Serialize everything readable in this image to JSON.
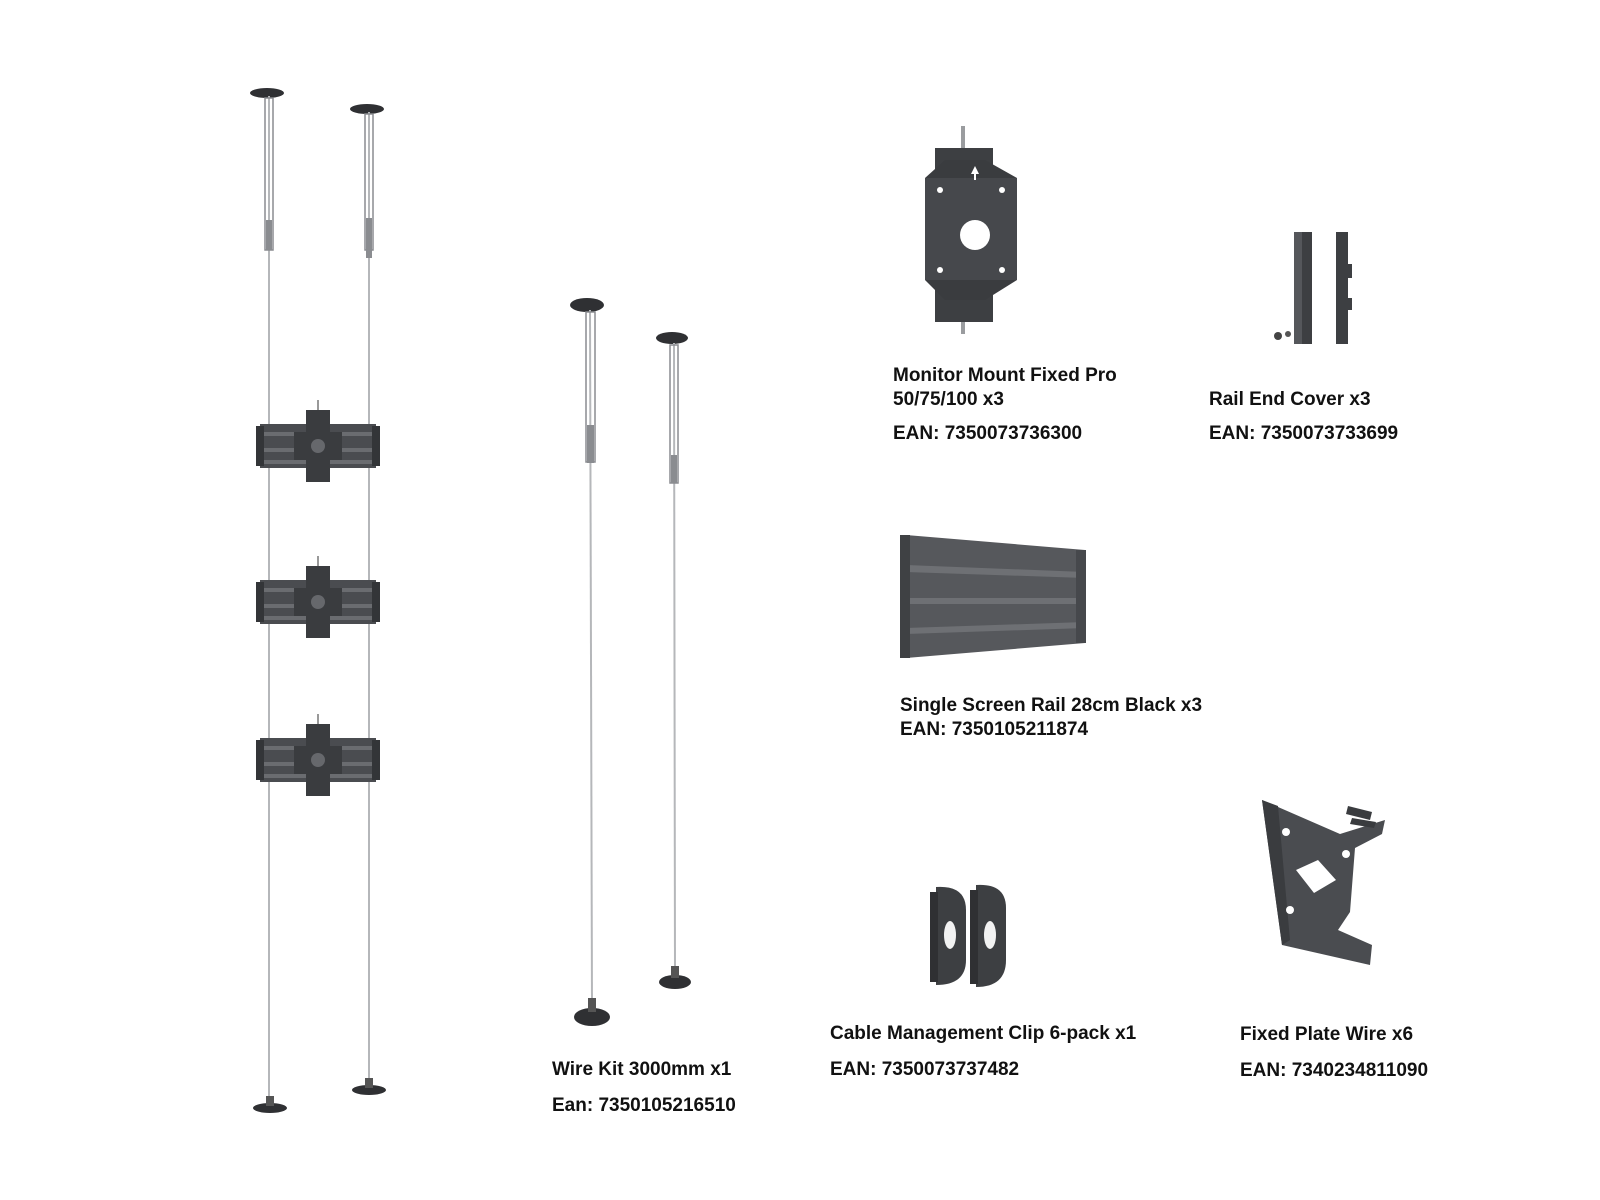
{
  "products": {
    "wire_kit": {
      "name": "Wire Kit 3000mm x1",
      "ean": "Ean: 7350105216510",
      "icon": "wire-kit-icon"
    },
    "monitor_mount": {
      "name_line1": "Monitor Mount Fixed Pro",
      "name_line2": "50/75/100 x3",
      "ean": "EAN: 7350073736300",
      "icon": "monitor-mount-icon"
    },
    "rail_end_cover": {
      "name": "Rail End Cover x3",
      "ean": "EAN: 7350073733699",
      "icon": "rail-end-cover-icon"
    },
    "screen_rail": {
      "name": "Single Screen Rail 28cm Black x3",
      "ean": "EAN: 7350105211874",
      "icon": "screen-rail-icon"
    },
    "cable_clip": {
      "name": "Cable Management Clip 6-pack x1",
      "ean": "EAN: 7350073737482",
      "icon": "cable-clip-icon"
    },
    "fixed_plate": {
      "name": "Fixed Plate Wire x6",
      "ean": "EAN: 7340234811090",
      "icon": "fixed-plate-icon"
    }
  },
  "colors": {
    "part": "#3d3f42",
    "part_light": "#5a5c60",
    "wire": "#b5b7ba",
    "text": "#111111"
  }
}
